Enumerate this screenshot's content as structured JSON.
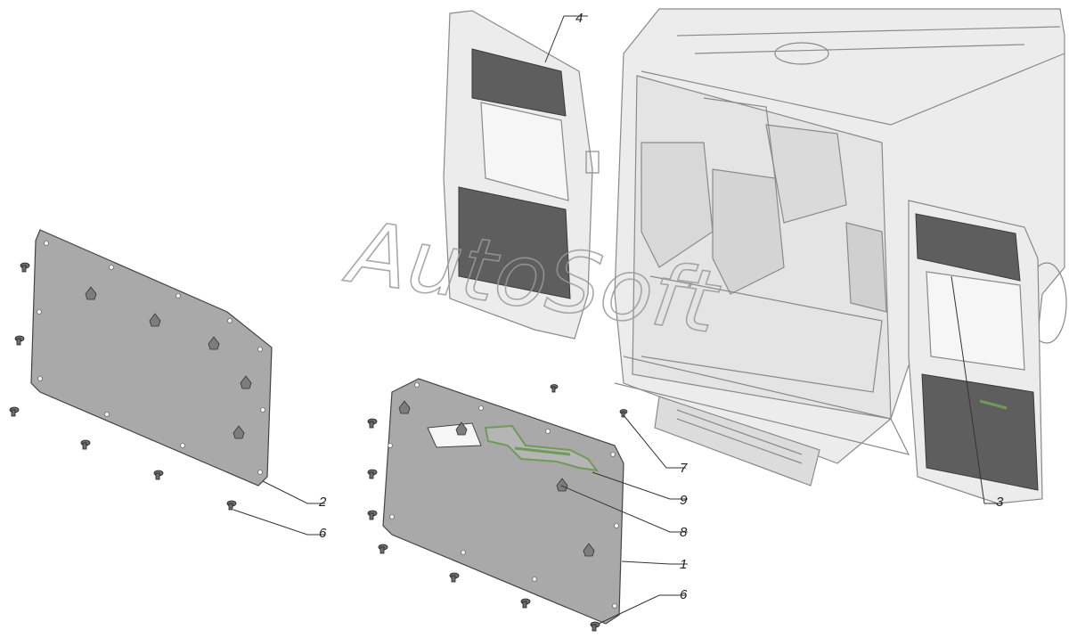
{
  "watermark": "AutoSoft",
  "callouts": [
    {
      "id": "1",
      "label": "1"
    },
    {
      "id": "2",
      "label": "2"
    },
    {
      "id": "3",
      "label": "3"
    },
    {
      "id": "4",
      "label": "4"
    },
    {
      "id": "6a",
      "label": "6"
    },
    {
      "id": "6b",
      "label": "6"
    },
    {
      "id": "7",
      "label": "7"
    },
    {
      "id": "8",
      "label": "8"
    },
    {
      "id": "9",
      "label": "9"
    }
  ],
  "colors": {
    "panel": "#a9a9a9",
    "trim_dark": "#5e5e5e",
    "handle_green": "#6f9a5a",
    "van_line": "#8a8a8a"
  },
  "icons": [
    "screw-icon",
    "clip-icon",
    "door-handle-icon"
  ]
}
